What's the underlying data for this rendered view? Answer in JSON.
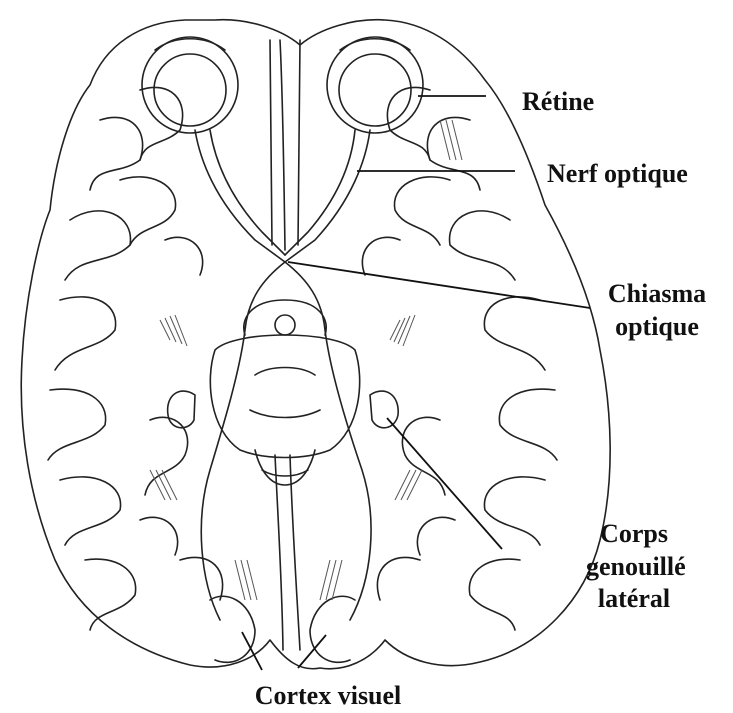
{
  "figure": {
    "labels": {
      "retine": "Rétine",
      "nerf_optique": "Nerf optique",
      "chiasma": [
        "Chiasma",
        "optique"
      ],
      "corps": [
        "Corps",
        "genouillé",
        "latéral"
      ],
      "cortex": "Cortex visuel"
    },
    "colors": {
      "ink": "#222222",
      "label": "#111111",
      "background": "#ffffff",
      "shade": "#555555"
    }
  }
}
